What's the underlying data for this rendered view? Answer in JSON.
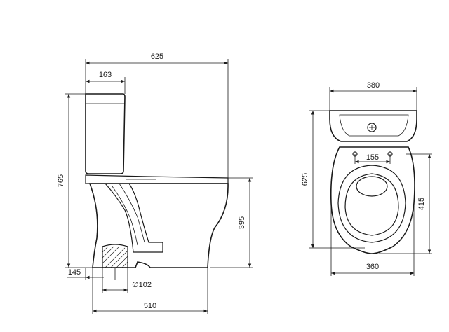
{
  "dimensions": {
    "side_total_depth": "625",
    "tank_depth": "163",
    "total_height": "765",
    "seat_height": "395",
    "outlet_height": "145",
    "outlet_diameter": "∅102",
    "base_length": "510",
    "front_width": "380",
    "front_depth": "625",
    "hole_spacing": "155",
    "bowl_height": "415",
    "bowl_width": "360"
  }
}
